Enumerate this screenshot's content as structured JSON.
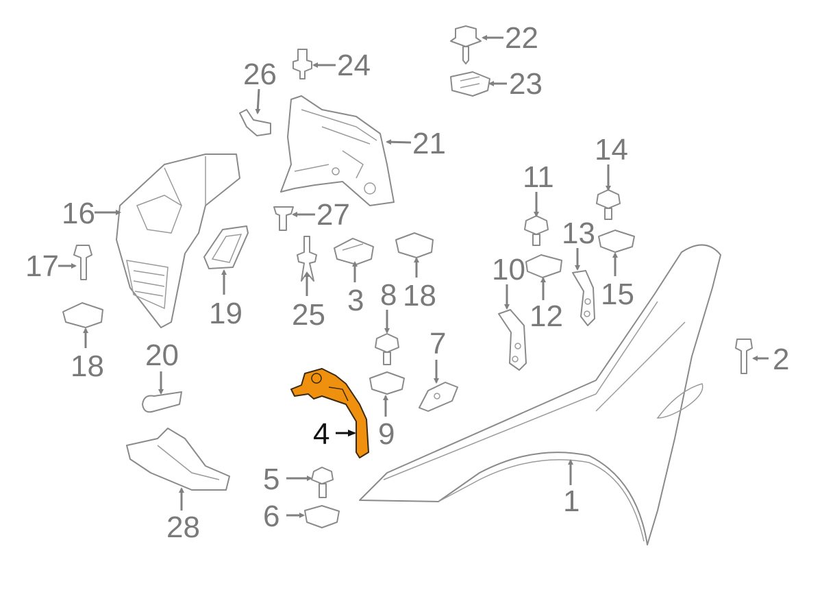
{
  "diagram": {
    "title": "Fender and wheel housing components exploded view",
    "highlight_color": "#f0900f",
    "label_color": "#7a7a7a",
    "highlighted_part": "4",
    "callouts": {
      "c1": "1",
      "c2": "2",
      "c3": "3",
      "c4": "4",
      "c5": "5",
      "c6": "6",
      "c7": "7",
      "c8": "8",
      "c9": "9",
      "c10": "10",
      "c11": "11",
      "c12": "12",
      "c13": "13",
      "c14": "14",
      "c15": "15",
      "c16": "16",
      "c17": "17",
      "c18a": "18",
      "c18b": "18",
      "c19": "19",
      "c20": "20",
      "c21": "21",
      "c22": "22",
      "c23": "23",
      "c24": "24",
      "c25": "25",
      "c26": "26",
      "c27": "27",
      "c28": "28"
    }
  }
}
